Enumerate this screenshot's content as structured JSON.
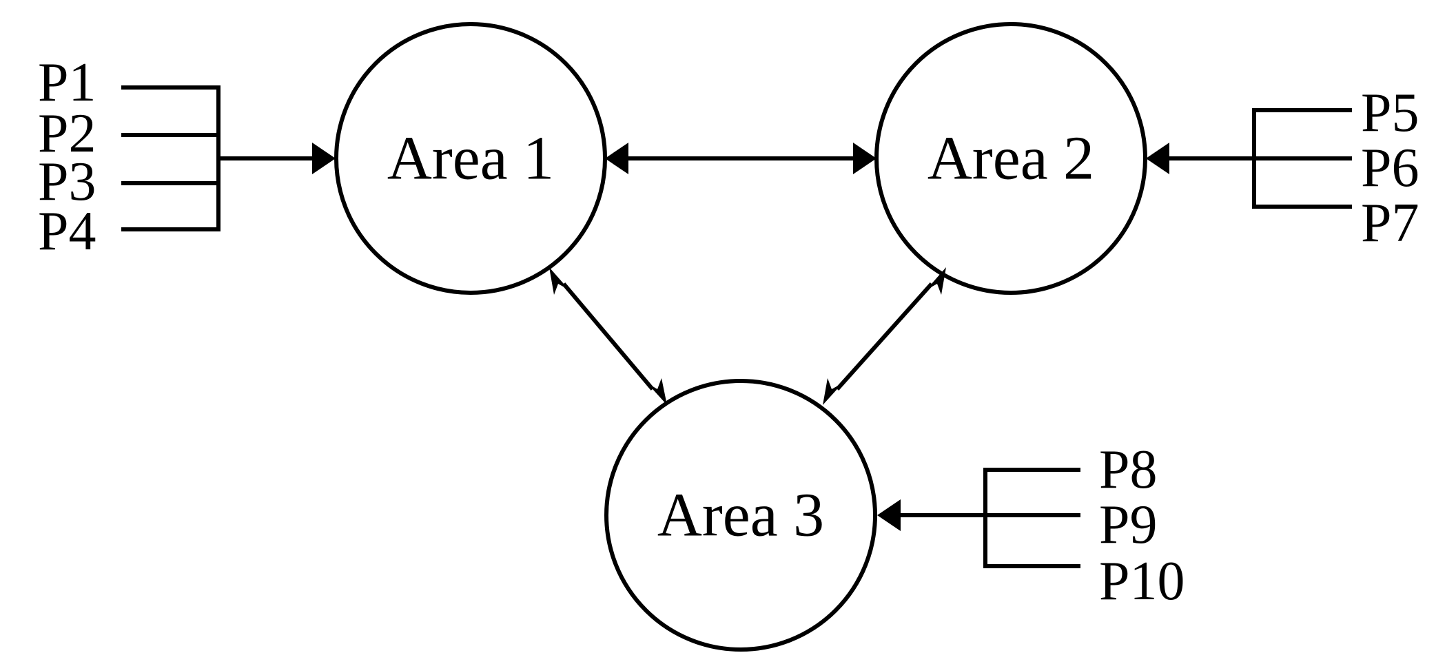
{
  "areas": [
    {
      "id": "area1",
      "label": "Area 1"
    },
    {
      "id": "area2",
      "label": "Area 2"
    },
    {
      "id": "area3",
      "label": "Area 3"
    }
  ],
  "inputs": {
    "area1": [
      "P1",
      "P2",
      "P3",
      "P4"
    ],
    "area2": [
      "P5",
      "P6",
      "P7"
    ],
    "area3": [
      "P8",
      "P9",
      "P10"
    ]
  },
  "connections": [
    {
      "from": "area1",
      "to": "area2",
      "direction": "bidirectional"
    },
    {
      "from": "area1",
      "to": "area3",
      "direction": "bidirectional"
    },
    {
      "from": "area2",
      "to": "area3",
      "direction": "bidirectional"
    }
  ],
  "colors": {
    "line": "#000000",
    "background": "#ffffff"
  }
}
